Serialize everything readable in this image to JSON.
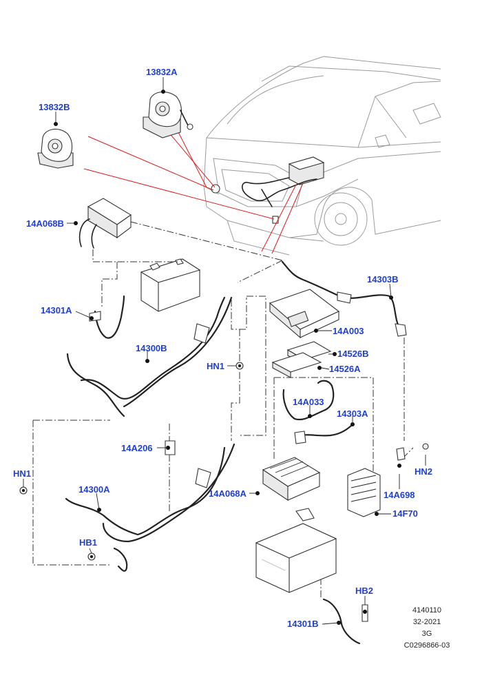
{
  "callouts": {
    "c13832A": "13832A",
    "c13832B": "13832B",
    "c14A068B": "14A068B",
    "c14301A": "14301A",
    "c14303B": "14303B",
    "c14A003": "14A003",
    "c14300B": "14300B",
    "c14526B": "14526B",
    "cHN1a": "HN1",
    "c14526A": "14526A",
    "c14A033": "14A033",
    "c14303A": "14303A",
    "c14A206": "14A206",
    "cHN1b": "HN1",
    "cHN2": "HN2",
    "c14300A": "14300A",
    "c14A068A": "14A068A",
    "c14A698": "14A698",
    "c14F70": "14F70",
    "cHB1": "HB1",
    "cHB2": "HB2",
    "c14301B": "14301B"
  },
  "reference": {
    "line1": "4140110",
    "line2": "32-2021",
    "line3": "3G",
    "line4": "C0296866-03"
  },
  "colors": {
    "callout_blue": "#1f3fd1",
    "leader_red": "#e01a1a"
  }
}
